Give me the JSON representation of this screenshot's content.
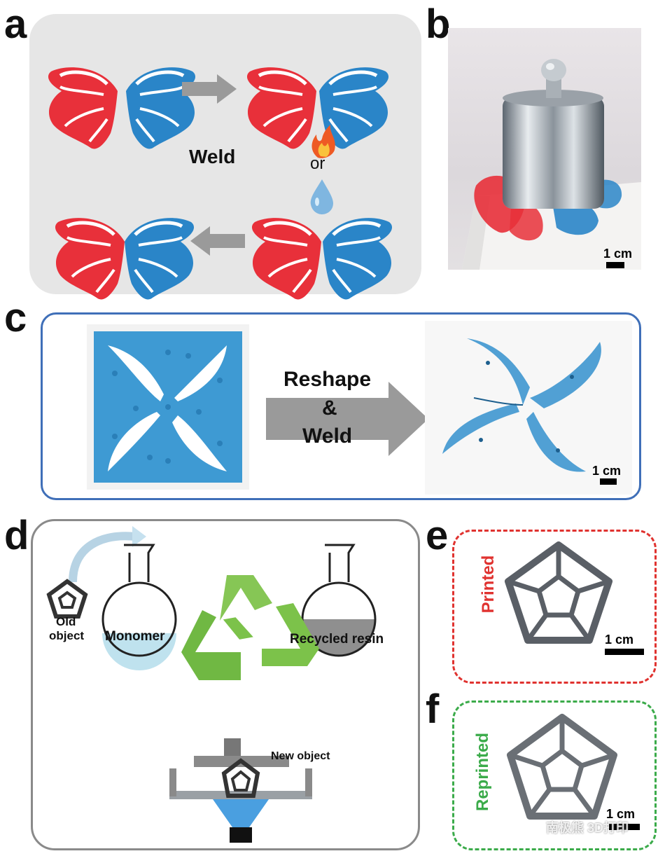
{
  "panels": {
    "a": {
      "label": "a",
      "weld_text": "Weld",
      "or_text": "or"
    },
    "b": {
      "label": "b",
      "scale_text": "1 cm"
    },
    "c": {
      "label": "c",
      "arrow_line1": "Reshape",
      "arrow_line2": "&",
      "arrow_line3": "Weld",
      "scale_text": "1 cm"
    },
    "d": {
      "label": "d",
      "old_object_line1": "Old",
      "old_object_line2": "object",
      "monomer_text": "Monomer",
      "recycled_text": "Recycled resin",
      "new_object_text": "New object"
    },
    "e": {
      "label": "e",
      "side_text": "Printed",
      "scale_text": "1 cm"
    },
    "f": {
      "label": "f",
      "side_text": "Reprinted",
      "scale_text": "1 cm"
    }
  },
  "colors": {
    "butterfly_red": "#e8303a",
    "butterfly_blue": "#2a85c8",
    "panel_a_bg": "#e6e6e6",
    "panel_c_border": "#3f6fb8",
    "panel_d_border": "#8a8a8a",
    "panel_e_border": "#e0322f",
    "panel_f_border": "#3bab4a",
    "recycle_green": "#7cc24a",
    "arrow_gray": "#9a9a9a"
  },
  "watermark": "南极熊 3D打印"
}
